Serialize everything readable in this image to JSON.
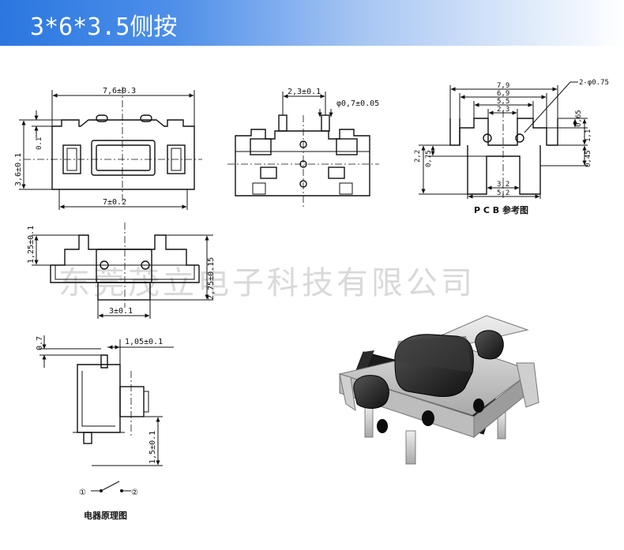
{
  "header": {
    "title": "3*6*3.5侧按"
  },
  "watermark": "东莞茂立电子科技有限公司",
  "front_view": {
    "width": "7,6±0.3",
    "base_width": "7±0.2",
    "height": "3,6±0.1",
    "top_offset": "0.1"
  },
  "side_view": {
    "pin_pitch": "2,3±0.1",
    "pin_dia": "φ0,7±0.05"
  },
  "pcb_layout": {
    "w1": "7,9",
    "w2": "6,9",
    "w3": "5,5",
    "w4": "2,3",
    "hole_label": "2-φ0.75",
    "h1": "0,65",
    "h2": "1,1",
    "h3": "0,45",
    "left1": "2,2",
    "left2": "0,75",
    "b1": "3,2",
    "b2": "5,2",
    "caption": "P C B 参考图"
  },
  "bottom_view": {
    "height": "1,25±0.1",
    "pad_width": "3±0.1",
    "total": "2,75±0.15"
  },
  "profile_view": {
    "top": "0.7",
    "actuator": "1,05±0.1",
    "pin_len": "1,5±0.1"
  },
  "schematic": {
    "n1": "①",
    "n2": "②",
    "caption": "电器原理图"
  },
  "colors": {
    "header_start": "#2a77e0",
    "header_end": "#ffffff",
    "body": "#d8d8d8",
    "plastic": "#1a1a1a",
    "metal": "#c9c9c9"
  }
}
